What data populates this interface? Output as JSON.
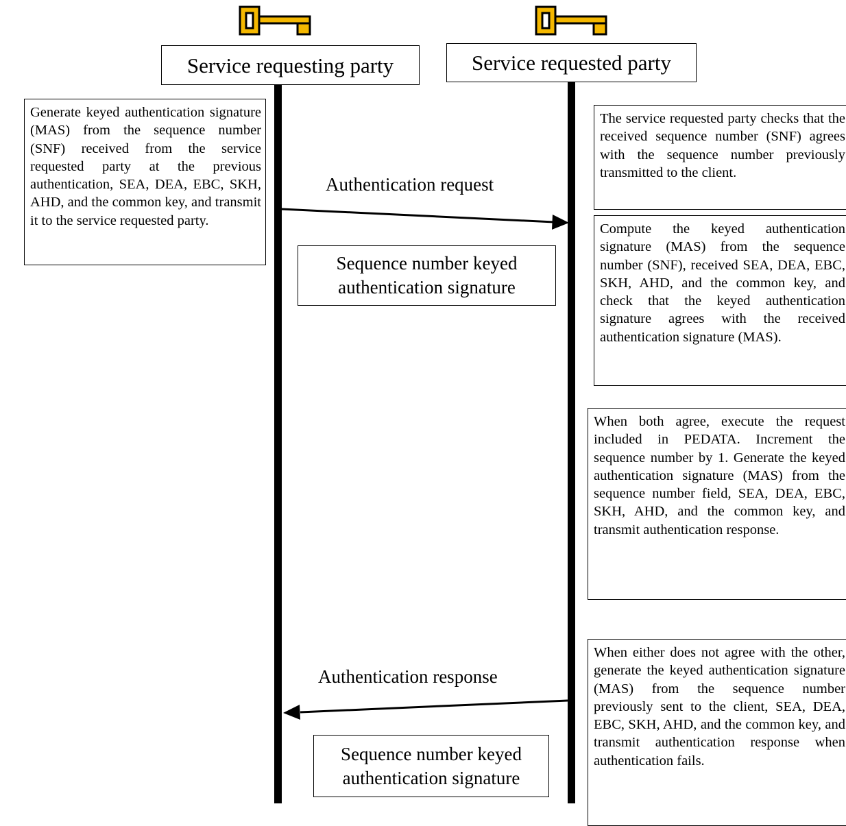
{
  "parties": {
    "requesting": "Service requesting party",
    "requested": "Service requested party"
  },
  "icons": {
    "key_left": "key-icon",
    "key_right": "key-icon",
    "key_fill": "#f5b800",
    "key_stroke": "#000000"
  },
  "notes": {
    "generate_mas": "Generate keyed authentication signature (MAS) from the sequence number (SNF) received from the service requested party at the previous authentication, SEA, DEA, EBC, SKH, AHD, and the common key, and transmit it to the service requested party.",
    "check_snf": "The service requested party checks that the received sequence number (SNF) agrees with the sequence number previously transmitted to the client.",
    "compute_mas": "Compute the keyed authentication signature (MAS) from the sequence number (SNF), received SEA, DEA, EBC, SKH, AHD, and the common key, and check that the keyed authentication signature agrees with the received authentication signature (MAS).",
    "both_agree": "When both agree, execute the request included in PEDATA. Increment the sequence number by 1. Generate the keyed authentication signature (MAS) from the sequence number field, SEA, DEA, EBC, SKH, AHD, and the common key, and transmit authentication response.",
    "not_agree": "When either does not agree with the other, generate the keyed authentication signature (MAS) from the sequence number previously sent to the client, SEA, DEA, EBC, SKH, AHD, and the common key, and transmit authentication response when authentication fails."
  },
  "messages": {
    "request_label": "Authentication request",
    "request_payload": "Sequence number keyed authentication signature",
    "response_label": "Authentication response",
    "response_payload": "Sequence number keyed authentication signature"
  }
}
